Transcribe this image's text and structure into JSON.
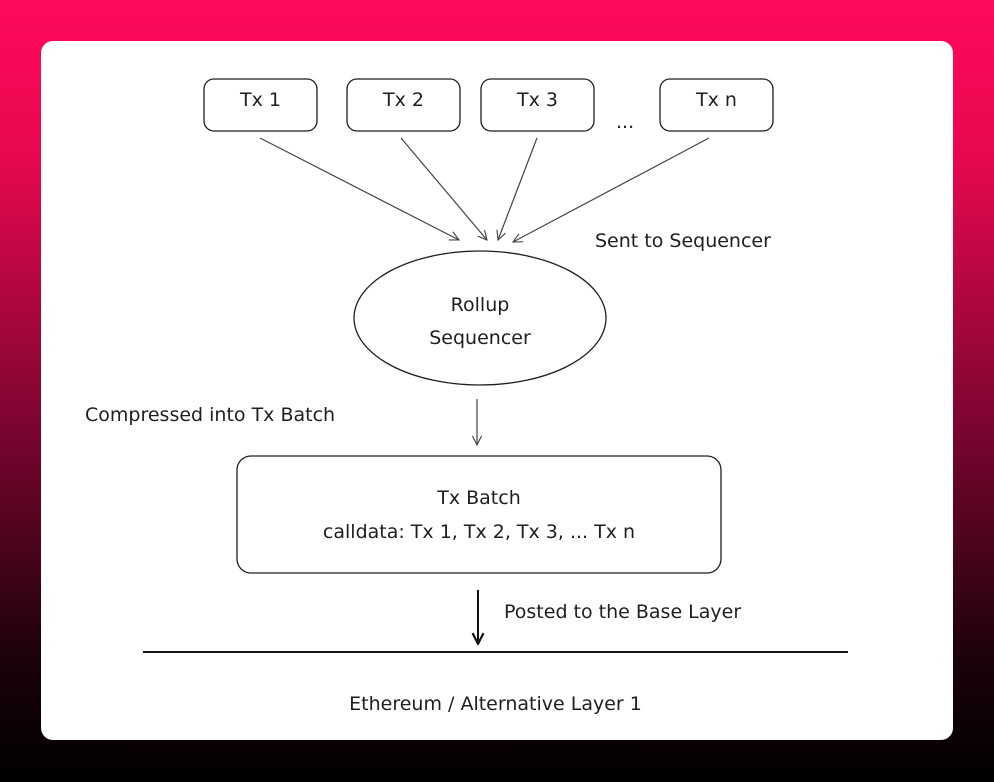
{
  "transactions": [
    "Tx 1",
    "Tx 2",
    "Tx 3",
    "Tx n"
  ],
  "ellipsis": "...",
  "sent_label": "Sent to Sequencer",
  "sequencer": {
    "line1": "Rollup",
    "line2": "Sequencer"
  },
  "compressed_label": "Compressed into Tx Batch",
  "batch": {
    "title": "Tx Batch",
    "calldata": "calldata: Tx 1, Tx 2, Tx 3, ... Tx n"
  },
  "posted_label": "Posted to the Base Layer",
  "base_layer": "Ethereum / Alternative Layer 1"
}
